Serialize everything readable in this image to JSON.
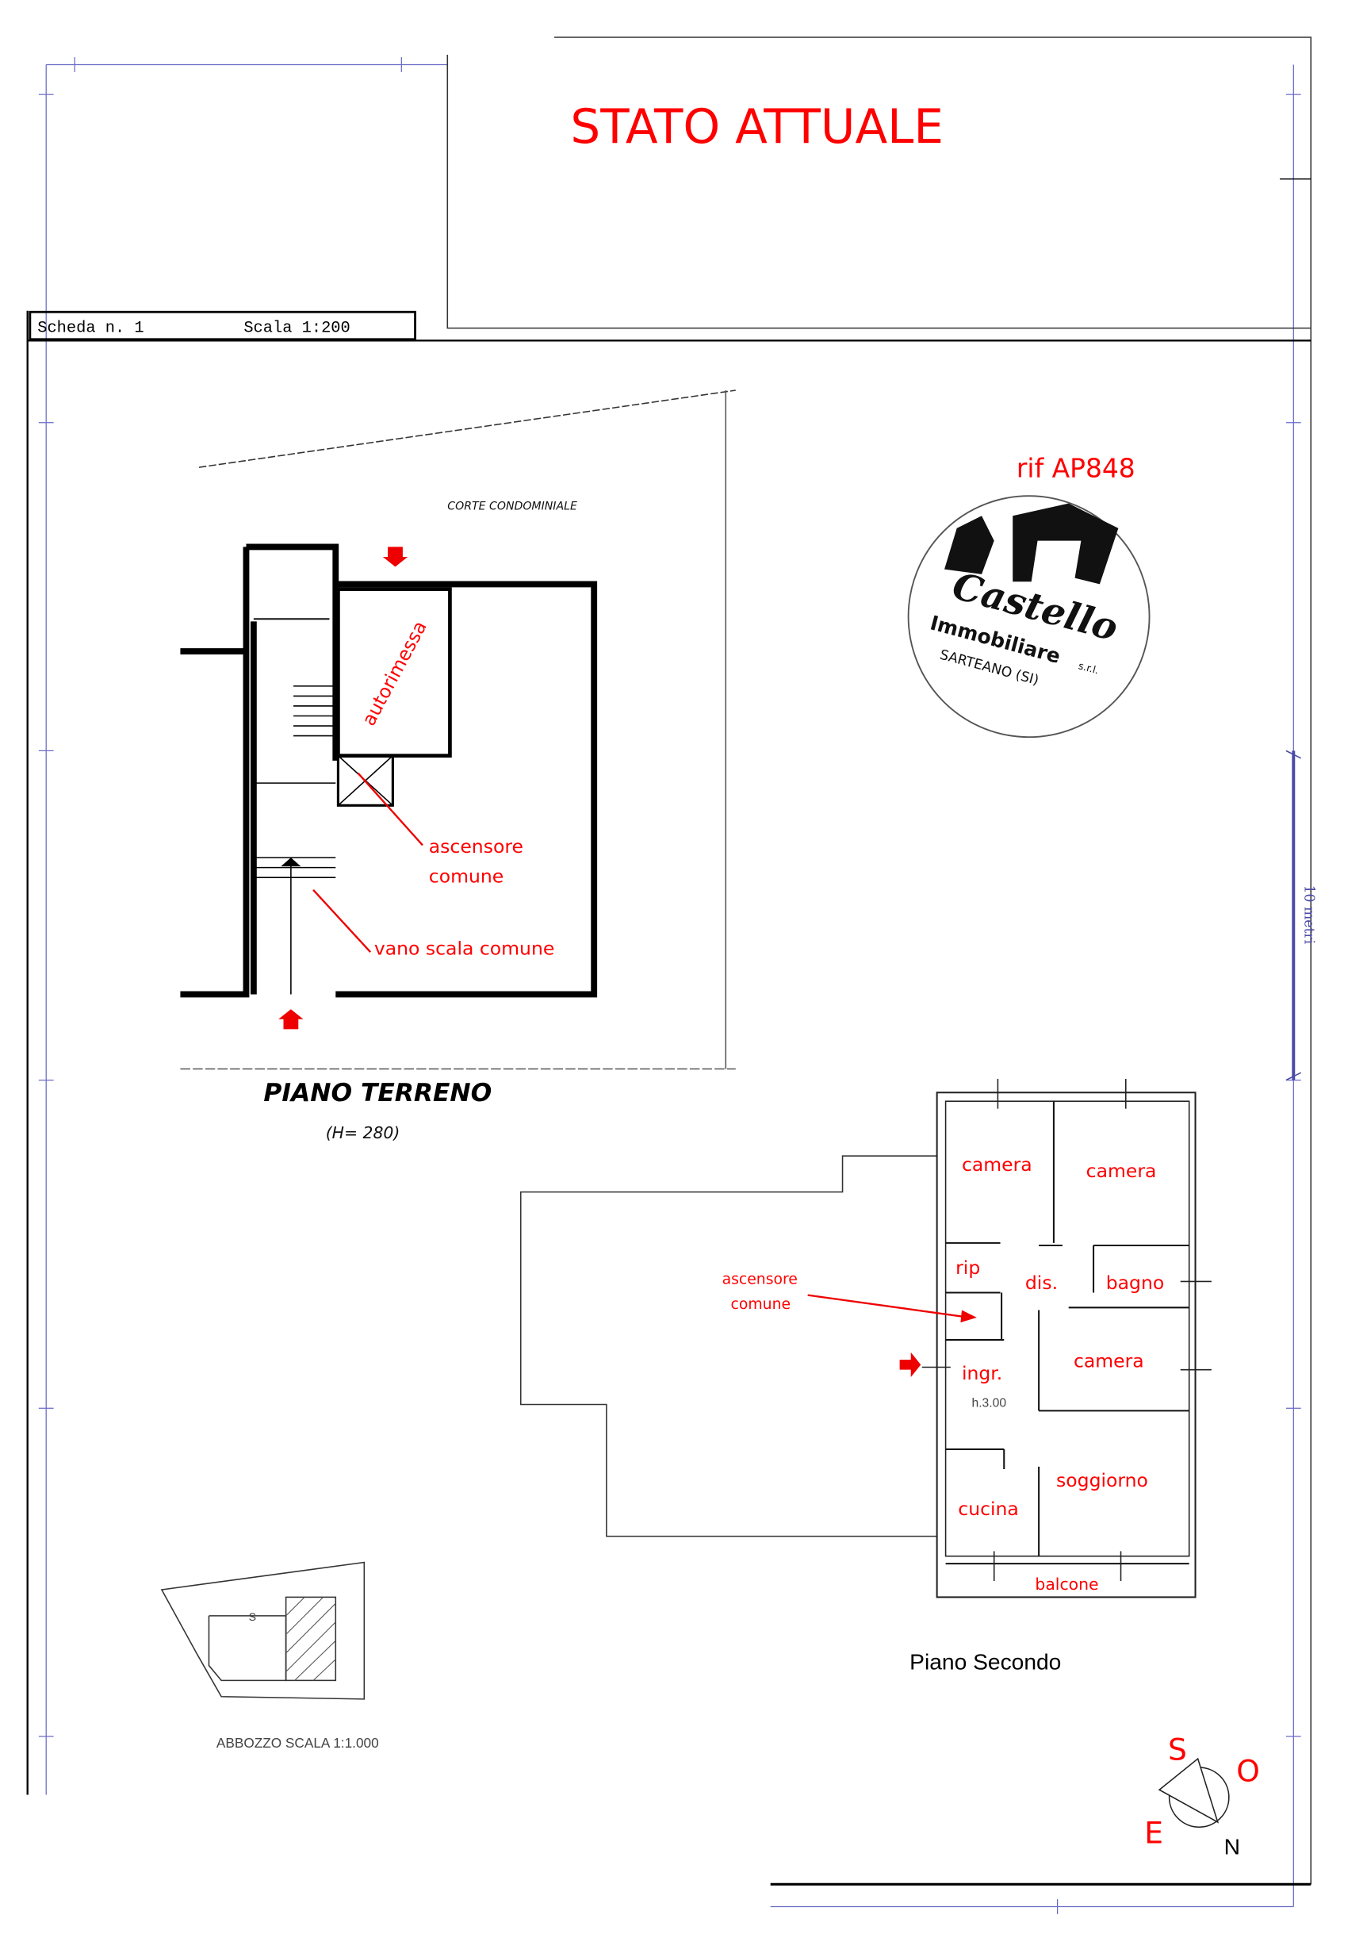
{
  "header": {
    "title": "STATO ATTUALE",
    "scheda": "Scheda n. 1",
    "scala": "Scala 1:200"
  },
  "reference": "rif AP848",
  "logo": {
    "name": "Castello",
    "subtitle": "Immobiliare",
    "suffix": "s.r.l.",
    "location": "SARTEANO (SI)"
  },
  "scale_bar": "10 metri",
  "ground_floor": {
    "title": "PIANO TERRENO",
    "height": "(H= 280)",
    "courtyard": "CORTE CONDOMINIALE",
    "labels": {
      "garage": "autorimessa",
      "elevator_1": "ascensore",
      "elevator_2": "comune",
      "stairs": "vano scala comune"
    }
  },
  "second_floor": {
    "title": "Piano Secondo",
    "elevator_1": "ascensore",
    "elevator_2": "comune",
    "height": "h.3.00",
    "rooms": [
      "camera",
      "camera",
      "rip",
      "dis.",
      "bagno",
      "ingr.",
      "camera",
      "soggiorno",
      "cucina",
      "balcone"
    ]
  },
  "sketch": {
    "caption": "ABBOZZO SCALA 1:1.000",
    "mark": "S"
  },
  "compass": {
    "s": "S",
    "o": "O",
    "e": "E",
    "n": "N"
  },
  "colors": {
    "accent": "#ff0000",
    "frame": "#6a6ac8"
  }
}
